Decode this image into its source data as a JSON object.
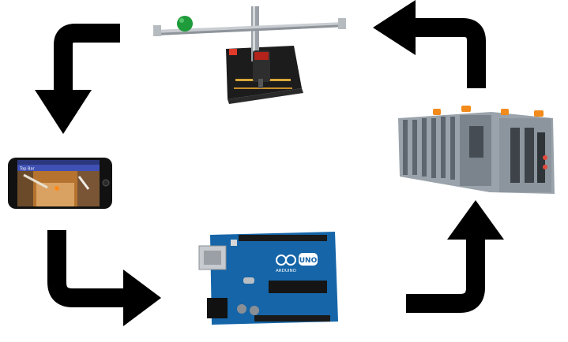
{
  "diagram": {
    "nodes": [
      {
        "id": "beam-rig",
        "description": "ball-on-beam apparatus"
      },
      {
        "id": "smartphone",
        "description": "camera app on phone"
      },
      {
        "id": "arduino-uno",
        "description": "Arduino UNO board"
      },
      {
        "id": "plc",
        "description": "industrial PLC rack"
      }
    ],
    "flow": [
      "beam-rig",
      "smartphone",
      "arduino-uno",
      "plc",
      "beam-rig"
    ],
    "arrow_color": "#000000"
  },
  "phone": {
    "status_bar_text": "",
    "app_bar_text": "Top Bar"
  },
  "arduino": {
    "brand_text": "ARDUINO",
    "model_text": "UNO"
  },
  "colors": {
    "beam_metal": "#c9cdd2",
    "ball_green": "#1e9b3a",
    "base_black": "#1c1c1c",
    "phone_blue": "#3f51b5",
    "camera_wood": "#b5732f",
    "board_blue": "#1565a8",
    "plc_gray": "#9aa3ab",
    "plc_orange": "#f28a1c"
  }
}
